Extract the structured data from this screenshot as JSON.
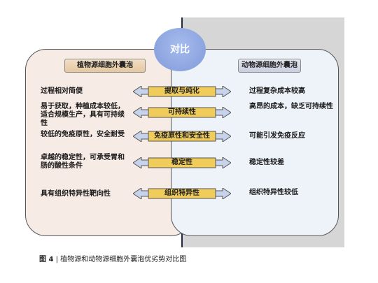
{
  "center_title": "对比",
  "left_header": "植物源细胞外囊泡",
  "right_header": "动物源细胞外囊泡",
  "rows": [
    {
      "left": "过程相对简便",
      "center": "提取与纯化",
      "right": "过程复杂成本较高"
    },
    {
      "left": "易于获取，种植成本较低，适合规模生产，具有可持续性",
      "center": "可持续性",
      "right": "高昂的成本，缺乏可持续性"
    },
    {
      "left": "较低的免疫原性，安全耐受",
      "center": "免疫原性和安全性",
      "right": "可能引发免疫反应"
    },
    {
      "left": "卓越的稳定性，可承受胃和肠的酸性条件",
      "center": "稳定性",
      "right": "稳定性较差"
    },
    {
      "left": "具有组织特异性靶向性",
      "center": "组织特异性",
      "right": "组织特异性较低"
    }
  ],
  "caption": {
    "label": "图 4",
    "text": "植物源和动物源细胞外囊泡优劣势对比图"
  },
  "colors": {
    "label_box": "#f0cd5a",
    "arrow_fill": "#c6d3ea",
    "arrow_stroke": "#555555",
    "circle": "#8ca4df"
  }
}
